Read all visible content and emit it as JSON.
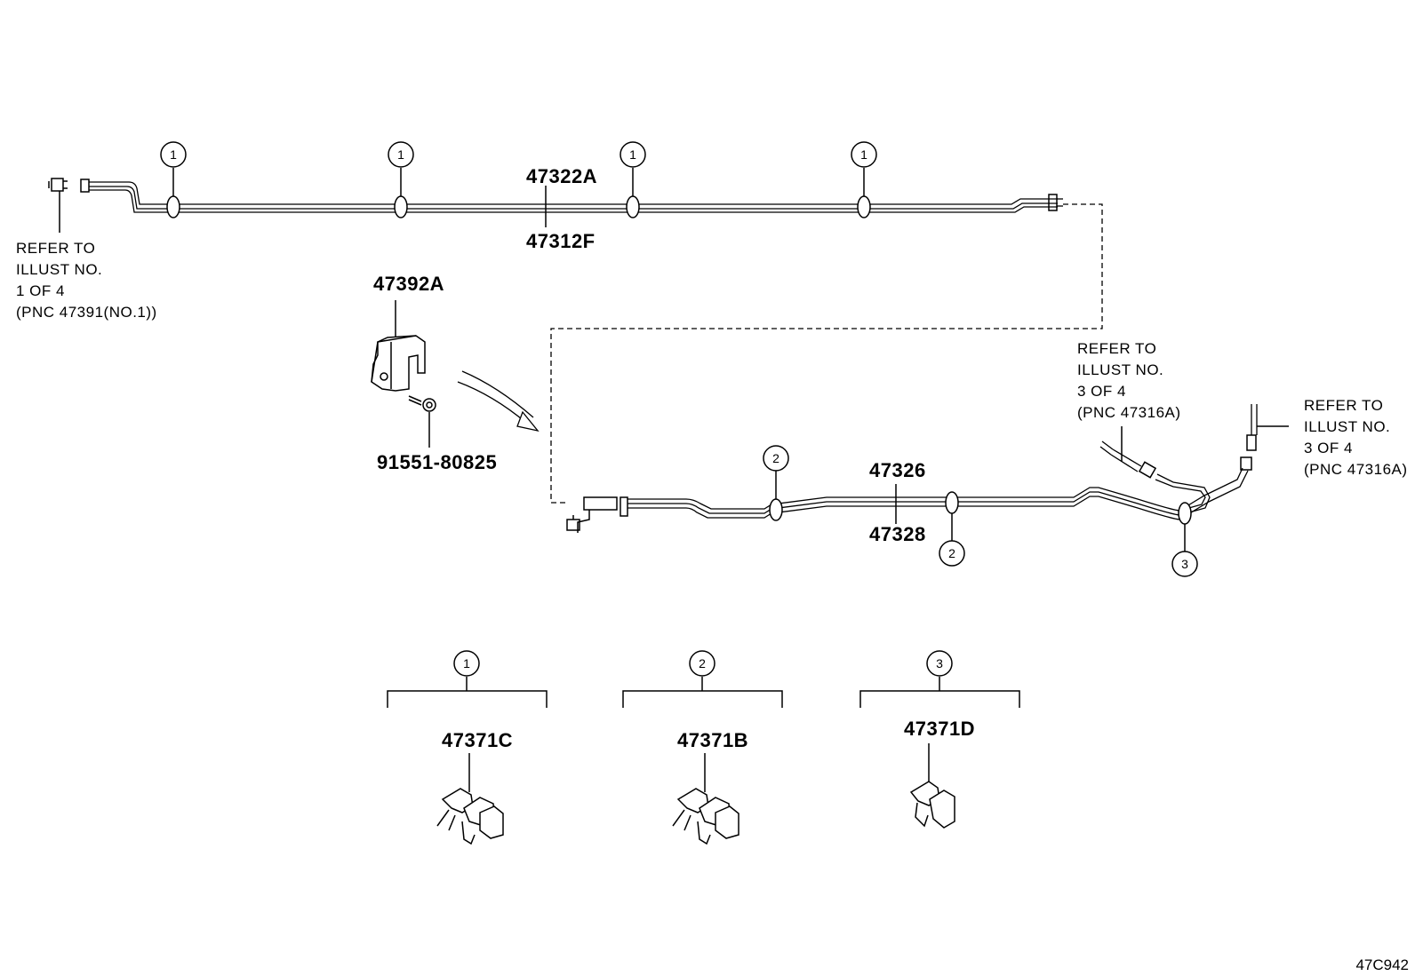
{
  "parts": {
    "p47322A": "47322A",
    "p47312F": "47312F",
    "p47392A": "47392A",
    "p91551": "91551-80825",
    "p47326": "47326",
    "p47328": "47328",
    "p47371C": "47371C",
    "p47371B": "47371B",
    "p47371D": "47371D"
  },
  "callouts": {
    "one": "1",
    "two": "2",
    "three": "3"
  },
  "refs": {
    "left": [
      "REFER TO",
      "ILLUST NO.",
      "1 OF 4",
      "(PNC 47391(NO.1))"
    ],
    "mid_right": [
      "REFER TO",
      "ILLUST NO.",
      "3 OF 4",
      "(PNC 47316A)"
    ],
    "far_right": [
      "REFER TO",
      "ILLUST NO.",
      "3 OF 4",
      "(PNC 47316A)"
    ]
  },
  "diagram_code": "47C942"
}
